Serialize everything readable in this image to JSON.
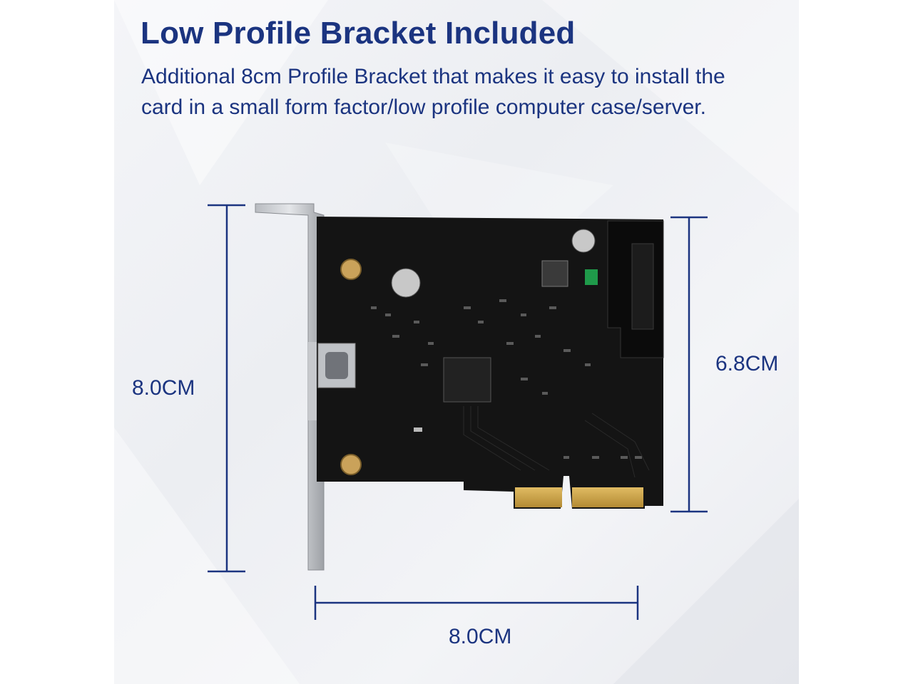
{
  "heading": "Low Profile Bracket Included",
  "description": "Additional 8cm Profile Bracket that makes it easy to install the card in a small form factor/low profile computer case/server.",
  "dimensions": {
    "height_bracket": "8.0CM",
    "height_card": "6.8CM",
    "width": "8.0CM"
  },
  "colors": {
    "text": "#1b3480",
    "lines": "#1b3480",
    "pcb": "#141414",
    "gold": "#c9a047"
  }
}
